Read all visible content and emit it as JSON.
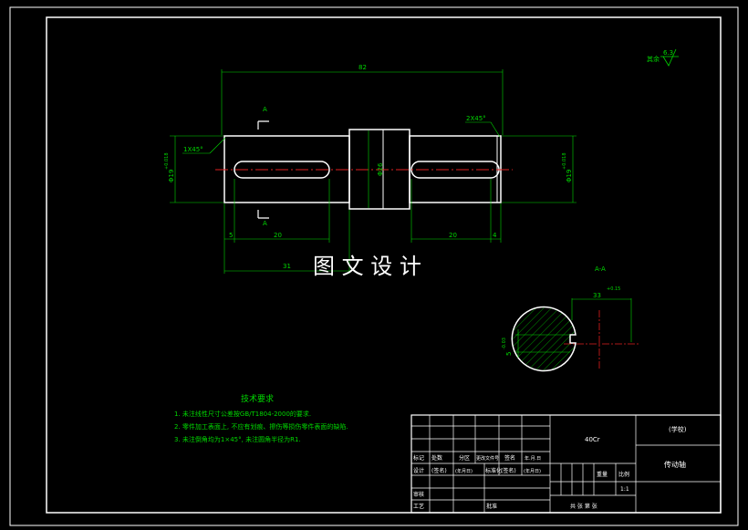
{
  "watermark": "图 文 设 计",
  "roughness": {
    "label": "其余",
    "value": "6.3"
  },
  "main_view": {
    "total_length": "82",
    "chamfer_left": "1X45°",
    "chamfer_right": "2X45°",
    "dia_left": "Φ19",
    "dia_left_tol": "+0.018",
    "dia_right": "Φ19",
    "dia_right_tol": "+0.018",
    "dia_mid": "Φ26",
    "section_mark_top": "A",
    "section_mark_bottom": "A",
    "dim_5": "5",
    "dim_20_left": "20",
    "dim_31": "31",
    "dim_20_right": "20",
    "dim_4": "4"
  },
  "section_view": {
    "title": "A-A",
    "dim_width": "33",
    "dim_width_tol": "+0.15",
    "dim_key": "5",
    "dim_key_tol": "-0.03"
  },
  "tech_req": {
    "title": "技术要求",
    "items": [
      "1. 未注线性尺寸公差按GB/T1804-2000的要求.",
      "2. 零件加工表面上, 不应有划痕、擦伤等损伤零件表面的缺陷.",
      "3. 未注倒角均为1×45°, 未注圆角半径为R1."
    ]
  },
  "title_block": {
    "material": "40Cr",
    "school": "(学校)",
    "part_name": "传动轴",
    "scale_label": "比例",
    "scale": "1:1",
    "weight_label": "重量",
    "sheet_info": "共 张 第 张",
    "row1": [
      "标记",
      "处数",
      "分区",
      "更改文件号",
      "签名",
      "年.月.日"
    ],
    "row2": [
      "设计",
      "(签名)",
      "(年月日)",
      "标准化",
      "(签名)",
      "(年月日)"
    ],
    "row3": [
      "审核"
    ],
    "row4": [
      "工艺",
      "批准"
    ]
  }
}
